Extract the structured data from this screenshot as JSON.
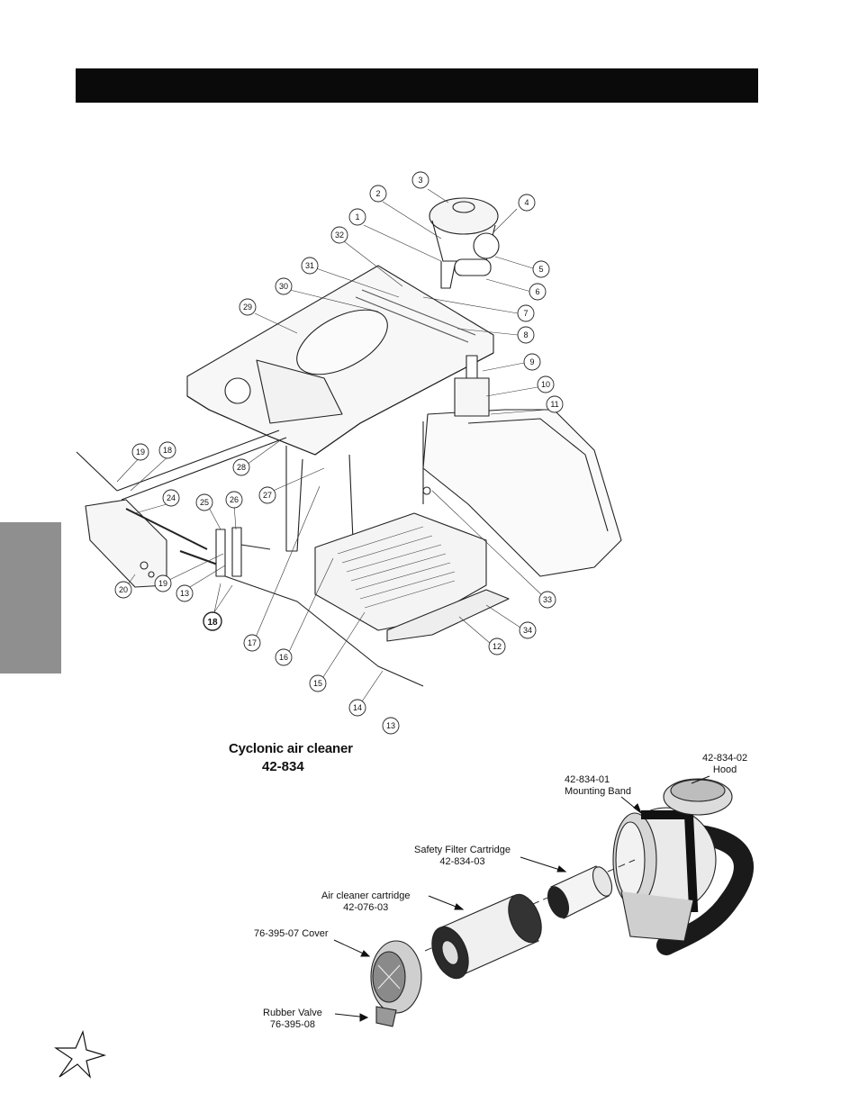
{
  "header": {
    "bar_color": "#0a0a0a",
    "tab_color": "#8f8f8f"
  },
  "callouts": [
    "1",
    "2",
    "3",
    "4",
    "5",
    "6",
    "7",
    "8",
    "9",
    "10",
    "11",
    "12",
    "13",
    "14",
    "15",
    "16",
    "17",
    "18",
    "19",
    "20",
    "24",
    "25",
    "26",
    "27",
    "28",
    "29",
    "30",
    "31",
    "32",
    "33",
    "34"
  ],
  "detail": {
    "title": "Cyclonic air cleaner",
    "part_number": "42-834",
    "labels": {
      "hood_number": "42-834-02",
      "hood_name": "Hood",
      "band_number": "42-834-01",
      "band_name": "Mounting Band",
      "safety_name": "Safety Filter Cartridge",
      "safety_number": "42-834-03",
      "cartridge_name": "Air cleaner cartridge",
      "cartridge_number": "42-076-03",
      "cover": "76-395-07  Cover",
      "valve_name": "Rubber Valve",
      "valve_number": "76-395-08"
    }
  },
  "logo": {
    "name": "star-logo"
  }
}
